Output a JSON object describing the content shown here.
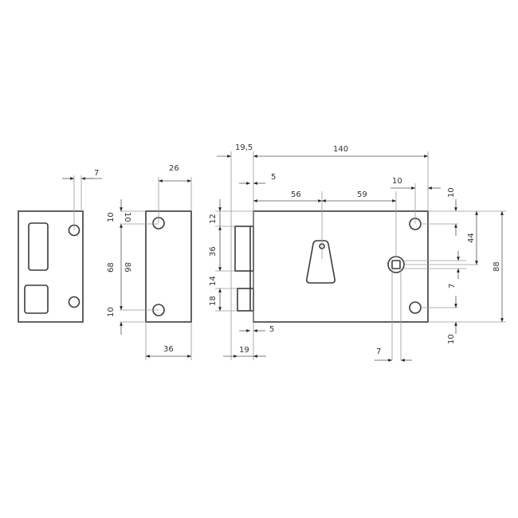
{
  "drawing": {
    "title": "Lock technical drawing with dimensions",
    "units": "mm",
    "strike_plate_front": {
      "dims": {
        "hole_offset": "7"
      }
    },
    "strike_plate_side": {
      "dims": {
        "top_width": "26",
        "bottom_width": "36",
        "top_margin": "10",
        "inner_top": "10",
        "middle": "68",
        "inner_total": "86",
        "bottom_margin": "10"
      }
    },
    "lock_body": {
      "dims": {
        "overall_offset": "19,5",
        "width": "140",
        "front_offset_top": "5",
        "keyhole_from_left": "56",
        "keyhole_to_spindle": "59",
        "hole_from_right": "10",
        "bolt_top": "12",
        "bolt_height": "36",
        "gap": "14",
        "latch_height": "18",
        "front_offset_bottom": "5",
        "bolt_projection": "19",
        "spindle_width": "7",
        "right_top": "10",
        "right_mid": "44",
        "right_spindle": "7",
        "right_bottom": "10",
        "height": "88"
      }
    }
  }
}
